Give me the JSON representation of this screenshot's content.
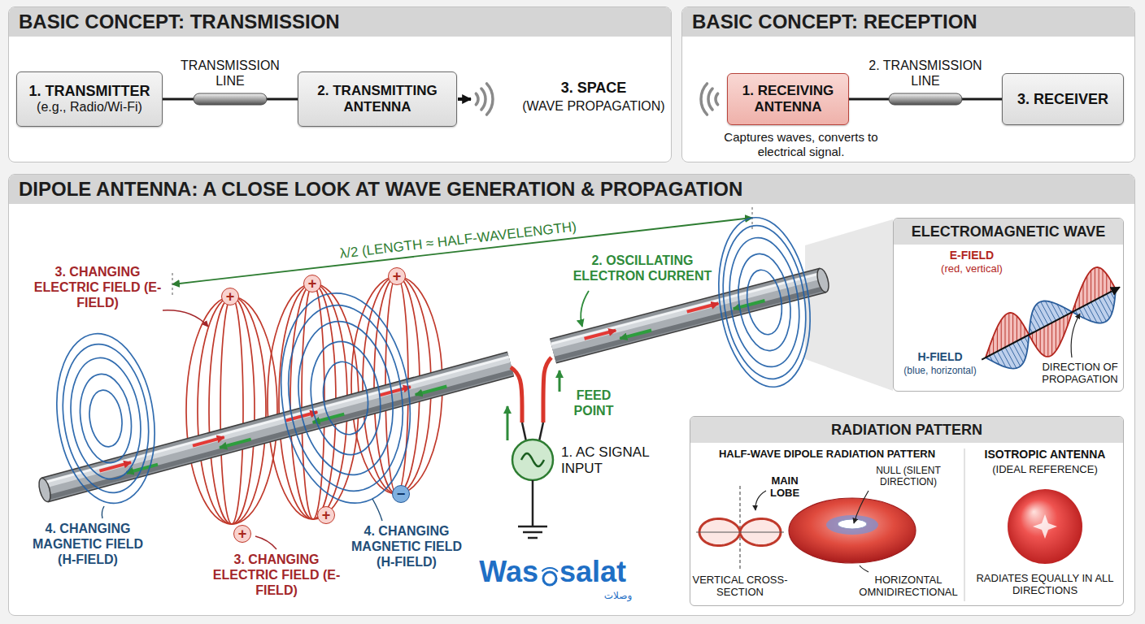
{
  "diagram": {
    "nodes": [
      {
        "text": [
          "BASIC CONCEPT: TRANSMISSION"
        ]
      },
      {
        "text": [
          "1. TRANSMITTER",
          "(e.g., Radio/Wi-Fi)"
        ],
        "in": 0
      },
      {
        "text": [
          "2. TRANSMITTING ANTENNA"
        ],
        "in": 0
      },
      {
        "text": [
          "BASIC CONCEPT: RECEPTION"
        ]
      },
      {
        "text": [
          "1. RECEIVING ANTENNA"
        ],
        "in": 3
      },
      {
        "text": [
          "3. RECEIVER"
        ],
        "in": 3
      },
      {
        "text": [
          "DIPOLE ANTENNA: A CLOSE LOOK AT WAVE GENERATION & PROPAGATION"
        ]
      },
      {
        "text": [
          "+"
        ],
        "in": 6
      },
      {
        "text": [
          "+"
        ],
        "in": 6
      },
      {
        "text": [
          "+"
        ],
        "in": 6
      },
      {
        "text": [
          "+"
        ],
        "in": 6
      },
      {
        "text": [
          "+"
        ],
        "in": 6
      },
      {
        "text": [
          "−"
        ],
        "in": 6
      },
      {
        "text": [
          "ELECTROMAGNETIC WAVE"
        ],
        "in": 6
      },
      {
        "text": [
          "RADIATION PATTERN"
        ],
        "in": 6
      }
    ],
    "edges": [
      {
        "from": 1,
        "to": 2,
        "arrow": "none",
        "label": "TRANSMISSION LINE"
      },
      {
        "from": 4,
        "to": 5,
        "arrow": "none",
        "label": "2. TRANSMISSION LINE"
      }
    ],
    "labels": [
      "3. SPACE",
      "(WAVE PROPAGATION)",
      "Captures waves, converts to electrical signal.",
      "λ/2 (LENGTH ≈ HALF-WAVELENGTH)",
      "3. CHANGING ELECTRIC FIELD (E-FIELD)",
      "2. OSCILLATING ELECTRON CURRENT",
      "FEED POINT",
      "1. AC SIGNAL INPUT",
      "4. CHANGING MAGNETIC FIELD (H-FIELD)",
      "3. CHANGING ELECTRIC FIELD (E-FIELD)",
      "4. CHANGING MAGNETIC FIELD (H-FIELD)",
      "Was",
      "salat",
      "وصلات",
      "E-FIELD",
      "(red, vertical)",
      "H-FIELD",
      "(blue, horizontal)",
      "DIRECTION OF PROPAGATION",
      "HALF-WAVE DIPOLE RADIATION PATTERN",
      "MAIN LOBE",
      "NULL (SILENT DIRECTION)",
      "VERTICAL CROSS-SECTION",
      "HORIZONTAL OMNIDIRECTIONAL",
      "ISOTROPIC ANTENNA",
      "(IDEAL REFERENCE)",
      "RADIATES EQUALLY IN ALL DIRECTIONS"
    ]
  }
}
